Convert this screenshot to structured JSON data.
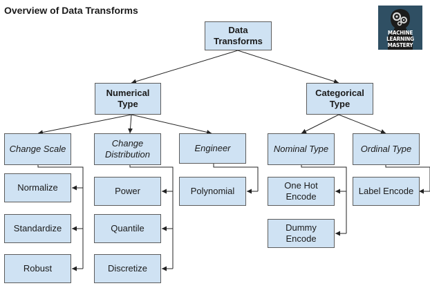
{
  "header": {
    "title": "Overview of Data Transforms"
  },
  "logo": {
    "line1": "MACHINE",
    "line2": "LEARNING",
    "line3": "MASTERY"
  },
  "nodes": {
    "root": "Data Transforms",
    "numerical": "Numerical Type",
    "categorical": "Categorical Type",
    "change_scale": "Change Scale",
    "change_distribution": "Change Distribution",
    "engineer": "Engineer",
    "nominal_type": "Nominal Type",
    "ordinal_type": "Ordinal Type",
    "normalize": "Normalize",
    "standardize": "Standardize",
    "robust": "Robust",
    "power": "Power",
    "quantile": "Quantile",
    "discretize": "Discretize",
    "polynomial": "Polynomial",
    "one_hot_encode": "One Hot Encode",
    "dummy_encode": "Dummy Encode",
    "label_encode": "Label Encode"
  },
  "colors": {
    "node_fill": "#cfe2f3",
    "node_border": "#5b5b5b",
    "connector": "#222222",
    "logo_bg": "#2f4f63"
  }
}
